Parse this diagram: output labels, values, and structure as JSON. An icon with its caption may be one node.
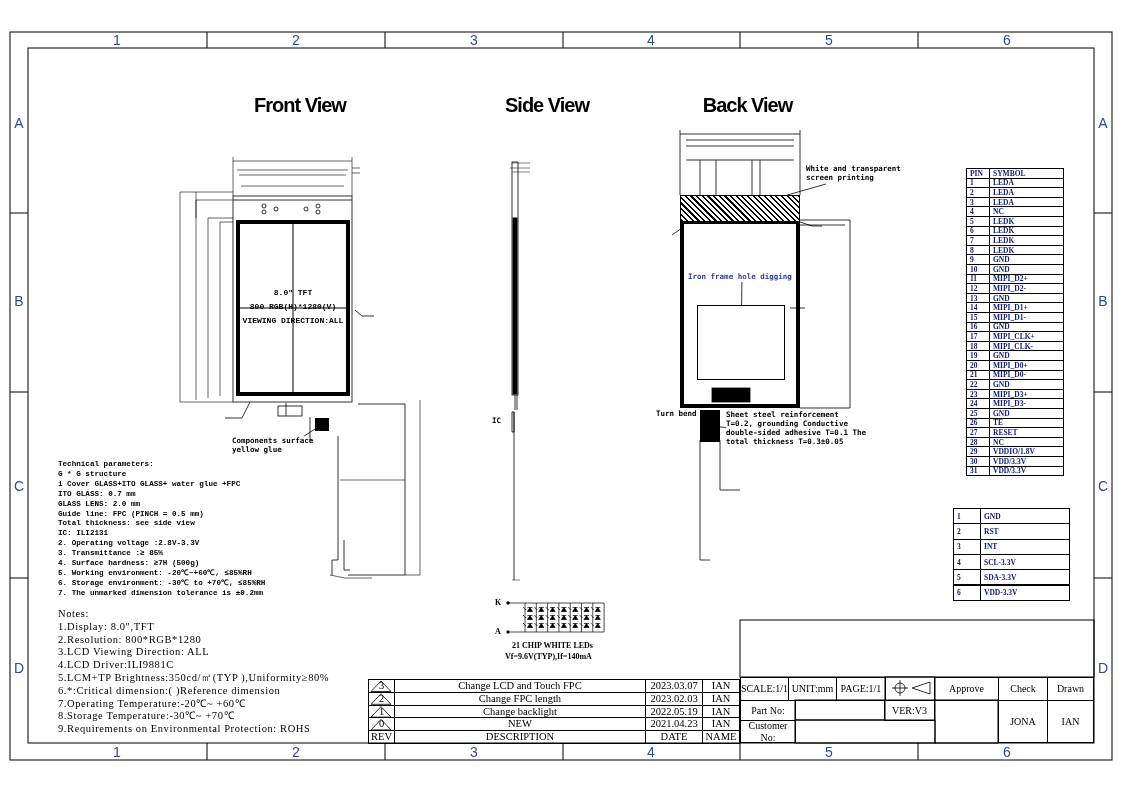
{
  "diagram": {
    "nodes": [
      {
        "text": [
          "8.0\" TFT",
          "800 RGB(H)*1280(V)",
          "VIEWING DIRECTION:ALL"
        ]
      },
      {
        "text": [
          "Components surface yellow glue"
        ]
      },
      {
        "text": [],
        "shape": "box"
      },
      {
        "text": [
          "White and transparent screen printing"
        ]
      },
      {
        "text": [],
        "shape": "bar"
      },
      {
        "text": [
          "Iron frame hole digging"
        ]
      },
      {
        "text": [],
        "shape": "box"
      },
      {
        "text": [
          "Sheet steel reinforcement T=0.2, grounding Conductive double-sided adhesive T=0.1 The total thickness T=0.3±0.05"
        ]
      },
      {
        "text": [],
        "shape": "box"
      }
    ],
    "edges": [
      {
        "from": 1,
        "to": 2,
        "arrow": "none"
      },
      {
        "from": 3,
        "to": 4,
        "arrow": "none"
      },
      {
        "from": 5,
        "to": 6,
        "arrow": "none"
      },
      {
        "from": 7,
        "to": 8,
        "arrow": "none"
      }
    ],
    "labels": [
      "1",
      "2",
      "3",
      "4",
      "5",
      "6",
      "A",
      "B",
      "C",
      "D",
      "A",
      "B",
      "C",
      "D",
      "1",
      "2",
      "3",
      "4",
      "5",
      "6",
      "Front View",
      "Side View",
      "Back View",
      "IC",
      "Turn bend",
      "PIN",
      "SYMBOL",
      "1",
      "LEDA",
      "2",
      "LEDA",
      "3",
      "LEDA",
      "4",
      "NC",
      "5",
      "LEDK",
      "6",
      "LEDK",
      "7",
      "LEDK",
      "8",
      "LEDK",
      "9",
      "GND",
      "10",
      "GND",
      "11",
      "MIPI_D2+",
      "12",
      "MIPI_D2-",
      "13",
      "GND",
      "14",
      "MIPI_D1+",
      "15",
      "MIPI_D1-",
      "16",
      "GND",
      "17",
      "MIPI_CLK+",
      "18",
      "MIPI_CLK-",
      "19",
      "GND",
      "20",
      "MIPI_D0+",
      "21",
      "MIPI_D0-",
      "22",
      "GND",
      "23",
      "MIPI_D3+",
      "24",
      "MIPI_D3-",
      "25",
      "GND",
      "26",
      "TE",
      "27",
      "RESET",
      "28",
      "NC",
      "29",
      "VDDIO/1.8V",
      "30",
      "VDD/3.3V",
      "31",
      "VDD/3.3V",
      "1",
      "GND",
      "2",
      "RST",
      "3",
      "INT",
      "4",
      "SCL-3.3V",
      "5",
      "SDA-3.3V",
      "6",
      "VDD-3.3V",
      "Technical parameters:",
      "G * G structure",
      "1 Cover GLASS+ITO GLASS+ water glue +FPC",
      "ITO GLASS: 0.7 mm",
      "GLASS LENS: 2.0 mm",
      "Guide line: FPC (PINCH = 0.5 mm)",
      "Total thickness: see side view",
      "IC: ILI2131",
      "2. Operating voltage :2.8V-3.3V",
      "3. Transmittance :≥ 85%",
      "4. Surface hardness: ≥7H (500g)",
      "5. Working environment: -20℃~+60℃, ≤85%RH",
      "6. Storage environment: -30℃ to +70℃, ≤85%RH",
      "7. The unmarked dimension tolerance is ±0.2mm",
      "Notes:",
      "1.Display: 8.0\",TFT",
      "2.Resolution: 800*RGB*1280",
      "3.LCD Viewing Direction: ALL",
      "4.LCD Driver:ILI9881C",
      "5.LCM+TP Brightness:350cd/㎡(TYP ),Uniformity≥80%",
      "6.*:Critical dimension:( )Reference dimension",
      "7.Operating Temperature:-20℃~ +60℃",
      "8.Storage Temperature:-30℃~ +70℃",
      "9.Requirements on Environmental Protection: ROHS",
      "K",
      "A",
      "21 CHIP WHITE LEDs",
      "Vf=9.6V(TYP),If=140mA",
      "3",
      "Change LCD and Touch FPC",
      "2023.03.07",
      "IAN",
      "2",
      "Change FPC length",
      "2023.02.03",
      "IAN",
      "1",
      "Change backlight",
      "2022.05.19",
      "IAN",
      "0",
      "NEW",
      "2021.04.23",
      "IAN",
      "REV",
      "DESCRIPTION",
      "DATE",
      "NAME",
      "SCALE:1/1",
      "UNIT:mm",
      "PAGE:1/1",
      "Approve",
      "Check",
      "Drawn",
      "Part No:",
      "VER:V3",
      "Customer No:",
      "JONA",
      "IAN"
    ]
  }
}
